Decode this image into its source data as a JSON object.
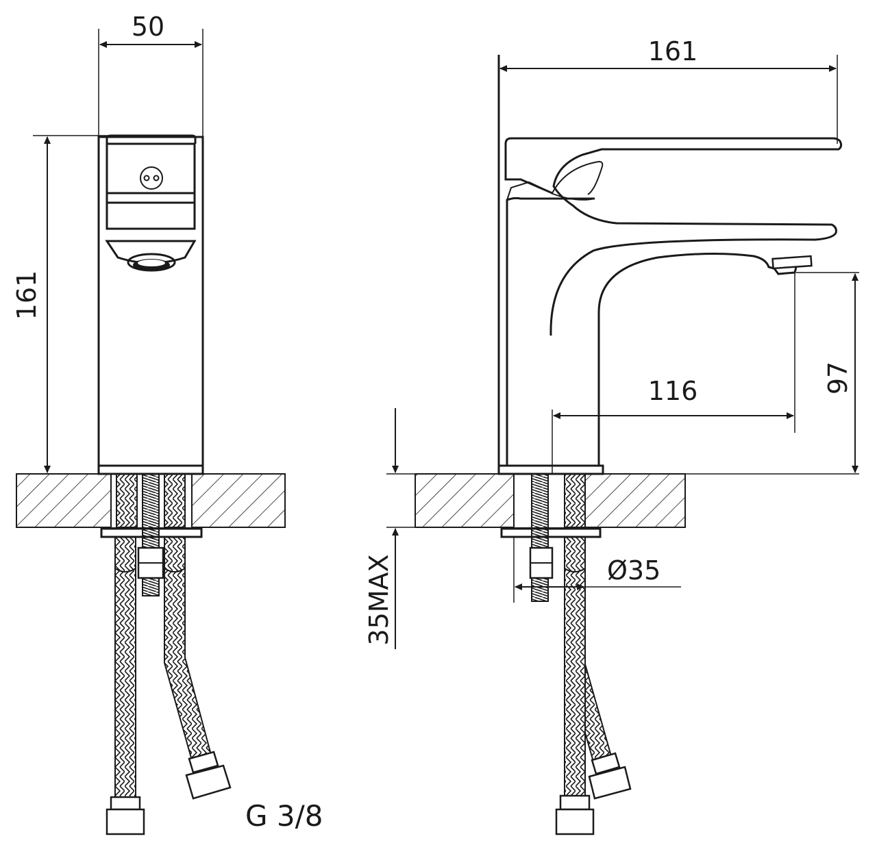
{
  "dimensions": {
    "front_width": "50",
    "front_height": "161",
    "side_length": "161",
    "side_spout_reach": "116",
    "side_spout_height": "97",
    "counter_thickness_max": "35MAX",
    "hole_diameter": "Ø35"
  },
  "connection_thread": "G 3/8"
}
